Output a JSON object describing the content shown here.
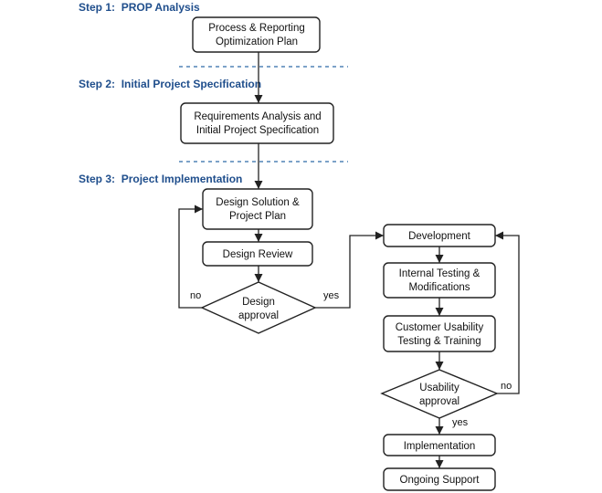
{
  "steps": [
    {
      "label": "Step 1:",
      "title": "PROP Analysis"
    },
    {
      "label": "Step 2:",
      "title": "Initial Project Specification"
    },
    {
      "label": "Step 3:",
      "title": "Project Implementation"
    }
  ],
  "nodes": {
    "prop": [
      "Process & Reporting",
      "Optimization Plan"
    ],
    "requirements": [
      "Requirements Analysis and",
      "Initial Project Specification"
    ],
    "design_solution": [
      "Design Solution &",
      "Project Plan"
    ],
    "design_review": "Design Review",
    "design_approval": [
      "Design",
      "approval"
    ],
    "development": "Development",
    "internal_testing": [
      "Internal Testing &",
      "Modifications"
    ],
    "customer_testing": [
      "Customer Usability",
      "Testing & Training"
    ],
    "usability_approval": [
      "Usability",
      "approval"
    ],
    "implementation": "Implementation",
    "ongoing_support": "Ongoing Support"
  },
  "edge_labels": {
    "design_no": "no",
    "design_yes": "yes",
    "usability_no": "no",
    "usability_yes": "yes"
  },
  "colors": {
    "step_text": "#1f4e8c",
    "divider": "#2e6aa8",
    "stroke": "#222222"
  }
}
